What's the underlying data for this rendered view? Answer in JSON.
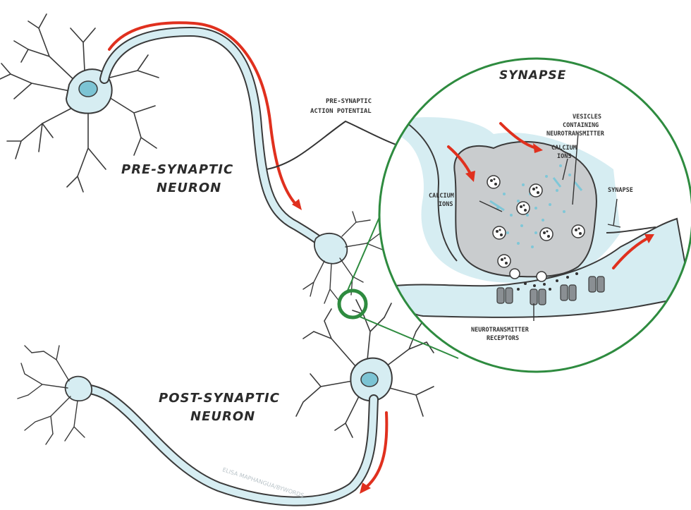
{
  "labels": {
    "pre_neuron_line1": "PRE-SYNAPTIC",
    "pre_neuron_line2": "NEURON",
    "post_neuron_line1": "POST-SYNAPTIC",
    "post_neuron_line2": "NEURON",
    "action_potential_line1": "PRE-SYNAPTIC",
    "action_potential_line2": "ACTION POTENTIAL",
    "synapse_title": "SYNAPSE",
    "vesicles_line1": "VESICLES",
    "vesicles_line2": "CONTAINING",
    "vesicles_line3": "NEUROTRANSMITTER",
    "calcium_top_line1": "CALCIUM",
    "calcium_top_line2": "IONS",
    "calcium_left_line1": "CALCIUM",
    "calcium_left_line2": "IONS",
    "synapse_cleft": "SYNAPSE",
    "receptors_line1": "NEUROTRANSMITTER",
    "receptors_line2": "RECEPTORS",
    "credit": "ELISA MAPHANGUA/BYWORDS"
  },
  "colors": {
    "membrane_fill": "#d6edf2",
    "outline": "#3a3a3a",
    "nucleus": "#7cc4d4",
    "arrow": "#e0301e",
    "zoom_circle": "#2e8b3f",
    "terminal_fill": "#c9ccce",
    "ion_dot": "#7fc7d8"
  }
}
